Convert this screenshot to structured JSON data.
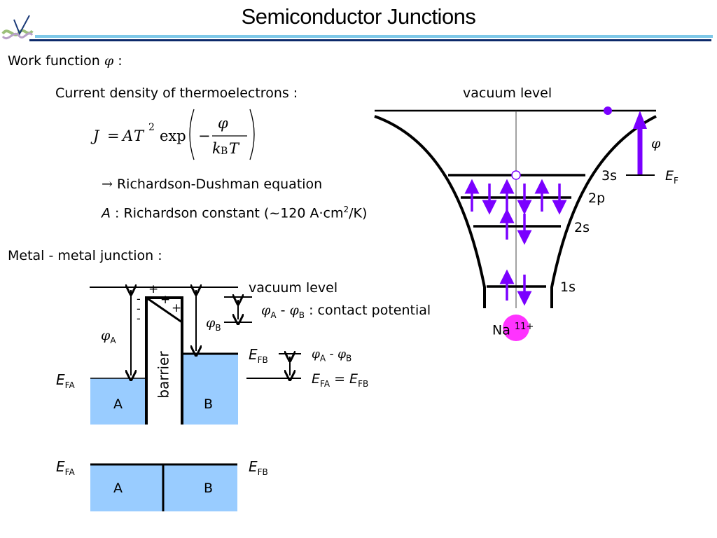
{
  "header": {
    "title": "Semiconductor Junctions",
    "logo_icon": "dna-helix-logo-icon",
    "rule_colors": {
      "light": "#7ec8e8",
      "dark": "#0c2a6a"
    }
  },
  "section1": {
    "heading": "Work function",
    "phi": "φ",
    "colon": ":",
    "subheading": "Current density of thermoelectrons :",
    "equation": {
      "lhs": "J",
      "eq": "=",
      "A": "A",
      "T": "T",
      "exp_power": "2",
      "exp": "exp",
      "minus": "−",
      "numerator": "φ",
      "denom_k": "k",
      "denom_sub": "B",
      "denom_T": "T"
    },
    "arrow_line": {
      "arrow": "→",
      "text": "Richardson-Dushman equation"
    },
    "constant_line": {
      "symbol": "A",
      "text": ": Richardson constant (~120 A·cm",
      "sup": "2",
      "tail": "/K)"
    }
  },
  "section2": {
    "heading": "Metal - metal junction :",
    "vacuum_label": "vacuum level",
    "phiA": {
      "sym": "φ",
      "sub": "A"
    },
    "phiB": {
      "sym": "φ",
      "sub": "B"
    },
    "contact_potential": {
      "sym1": "φ",
      "sub1": "A",
      "dash": "-",
      "sym2": "φ",
      "sub2": "B",
      "text": ": contact potential"
    },
    "barrier_label": "barrier",
    "charges": {
      "minus": "-",
      "plus": "+"
    },
    "EFA": {
      "sym": "E",
      "sub": "FA"
    },
    "EFB": {
      "sym": "E",
      "sub": "FB"
    },
    "diff_label": {
      "sym1": "φ",
      "sub1": "A",
      "dash": "-",
      "sym2": "φ",
      "sub2": "B"
    },
    "equal_label": {
      "sym1": "E",
      "sub1": "FA",
      "eq": "=",
      "sym2": "E",
      "sub2": "FB"
    },
    "metal_A": "A",
    "metal_B": "B",
    "metal_fill": "#99ccff"
  },
  "atom_diagram": {
    "vacuum_label": "vacuum level",
    "levels": [
      "3s",
      "2p",
      "2s",
      "1s"
    ],
    "fermi": {
      "sym": "E",
      "sub": "F"
    },
    "phi": "φ",
    "nucleus": {
      "label": "Na",
      "charge": "11+",
      "color": "#ff33ff"
    },
    "electron_color": "#7a00ff"
  }
}
